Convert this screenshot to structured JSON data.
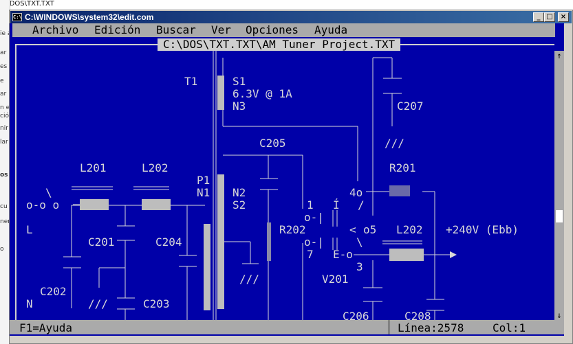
{
  "background": {
    "title": "C:\\DOS\\TXT.TXT",
    "left_fragments": [
      "ie a",
      "ar",
      "es",
      "e",
      "ar",
      "n es",
      "ción",
      "nir",
      "lar c",
      "os",
      "cu",
      "ner",
      "o"
    ]
  },
  "window": {
    "title": "C:\\WINDOWS\\system32\\edit.com",
    "icon_label": "C:\\",
    "controls": {
      "minimize": "_",
      "maximize": "□",
      "close": "×"
    }
  },
  "menu": [
    "Archivo",
    "Edición",
    "Buscar",
    "Ver",
    "Opciones",
    "Ayuda"
  ],
  "editor": {
    "filename": "C:\\DOS\\TXT.TXT\\AM Tuner Project.TXT",
    "scroll_up": "↑",
    "scroll_down": "↓"
  },
  "schematic": {
    "labels": {
      "t1": "T1",
      "s1": "S1",
      "v63": "6.3V @ 1A",
      "n3": "N3",
      "c207": "C207",
      "c205": "C205",
      "l201": "L201",
      "l202a": "L202",
      "r201": "R201",
      "p1": "P1",
      "n1": "N1",
      "n2": "N2",
      "s2": "S2",
      "l": "L",
      "c201": "C201",
      "c204": "C204",
      "r202": "R202",
      "l202b": "L202",
      "b240": "+240V (Ebb)",
      "c202": "C202",
      "n": "N",
      "c203": "C203",
      "v201": "V201",
      "c206": "C206",
      "c208": "C208",
      "pin1": "1",
      "pin7": "7",
      "pin3": "3",
      "pin4": "4o",
      "pin5": "o5",
      "sw_o": "o-o o",
      "sw_slash": "\\",
      "ff1": "///",
      "ff2": "///",
      "ff3": "///",
      "io1": "o-|",
      "io2": "o-|",
      "eo": "E-o",
      "i_acc": "Í",
      "lt": "<",
      "sl1": "/",
      "sl2": "\\"
    }
  },
  "status": {
    "help": "F1=Ayuda",
    "line": "Línea:2578",
    "col": "Col:1"
  },
  "colors": {
    "console_bg": "#0000a8",
    "text": "#d8d8d8",
    "menu_bg": "#aaaaaa",
    "titlebar": "#0a246a"
  }
}
